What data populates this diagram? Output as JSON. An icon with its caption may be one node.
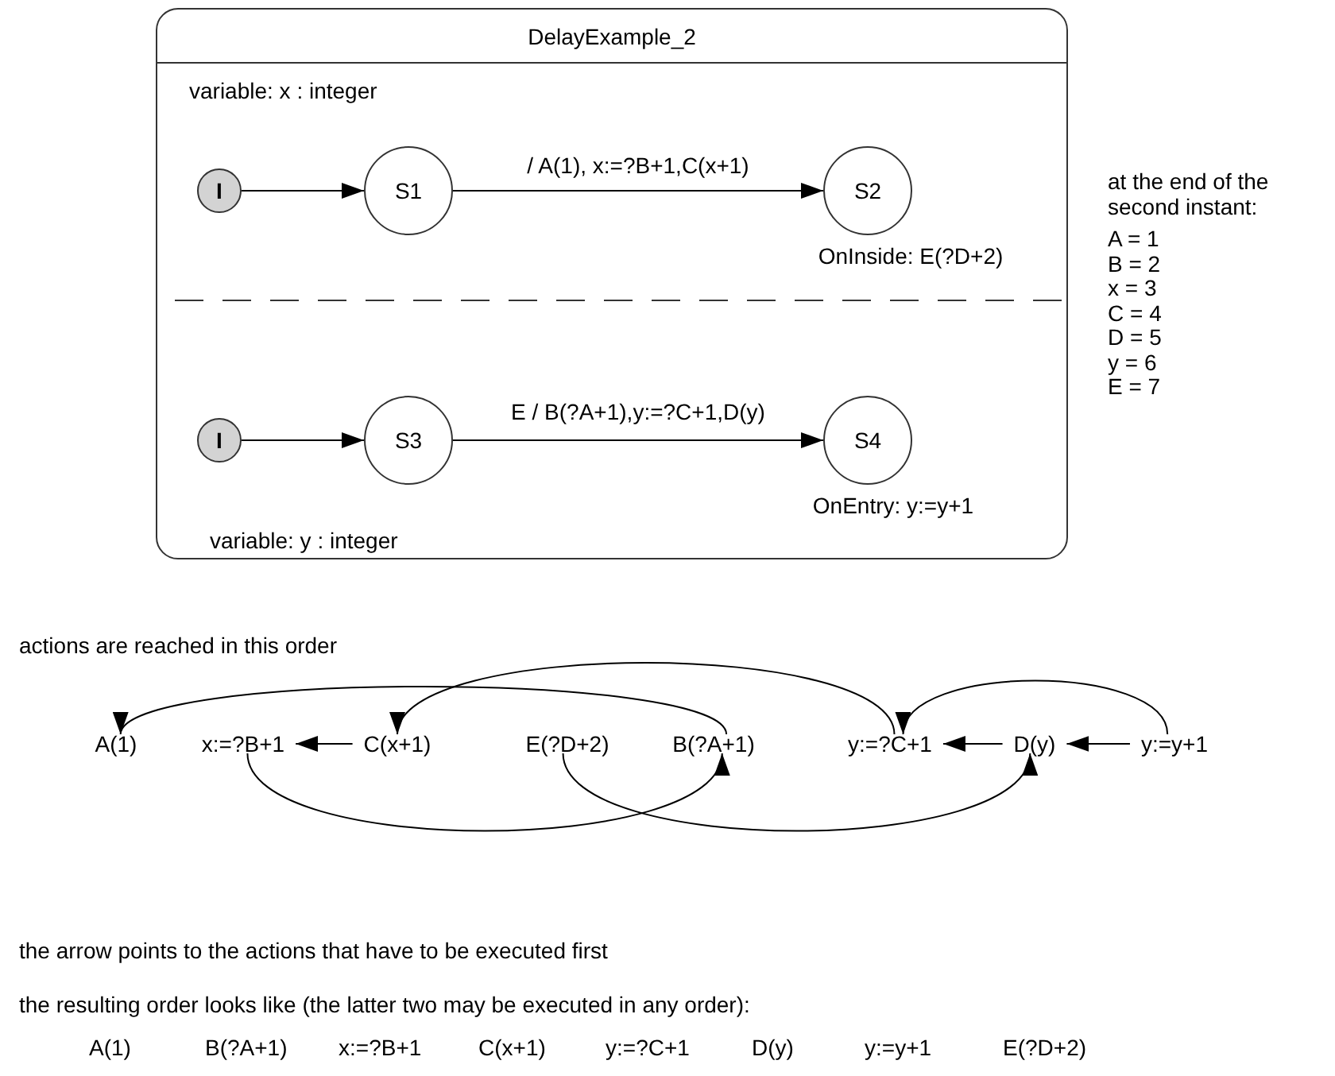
{
  "diagram": {
    "nodes": [
      {
        "text": [
          "DelayExample_2",
          "variable: x : integer",
          "variable: y : integer"
        ]
      },
      {
        "text": [
          "I"
        ],
        "in": 0
      },
      {
        "text": [
          "S1"
        ],
        "in": 0
      },
      {
        "text": [
          "S2"
        ],
        "in": 0,
        "beside": [
          "OnInside: E(?D+2)"
        ]
      },
      {
        "text": [
          "I"
        ],
        "in": 0
      },
      {
        "text": [
          "S3"
        ],
        "in": 0
      },
      {
        "text": [
          "S4"
        ],
        "in": 0,
        "beside": [
          "OnEntry: y:=y+1"
        ]
      },
      {
        "text": [
          "A(1)"
        ]
      },
      {
        "text": [
          "x:=?B+1"
        ]
      },
      {
        "text": [
          "C(x+1)"
        ]
      },
      {
        "text": [
          "E(?D+2)"
        ]
      },
      {
        "text": [
          "B(?A+1)"
        ]
      },
      {
        "text": [
          "y:=?C+1"
        ]
      },
      {
        "text": [
          "D(y)"
        ]
      },
      {
        "text": [
          "y:=y+1"
        ]
      }
    ],
    "edges": [
      {
        "from": 1,
        "to": 2,
        "arrow": "to"
      },
      {
        "from": 2,
        "to": 3,
        "arrow": "to",
        "label": "/ A(1), x:=?B+1,C(x+1)"
      },
      {
        "from": 4,
        "to": 5,
        "arrow": "to"
      },
      {
        "from": 5,
        "to": 6,
        "arrow": "to",
        "label": "E / B(?A+1),y:=?C+1,D(y)"
      },
      {
        "from": 11,
        "to": 7,
        "arrow": "to"
      },
      {
        "from": 12,
        "to": 9,
        "arrow": "to"
      },
      {
        "from": 14,
        "to": 12,
        "arrow": "to"
      },
      {
        "from": 9,
        "to": 8,
        "arrow": "to"
      },
      {
        "from": 13,
        "to": 12,
        "arrow": "to"
      },
      {
        "from": 14,
        "to": 13,
        "arrow": "to"
      },
      {
        "from": 8,
        "to": 11,
        "arrow": "to"
      },
      {
        "from": 10,
        "to": 13,
        "arrow": "to"
      }
    ],
    "labels": [
      "at the end of the second instant:",
      "A = 1",
      "B = 2",
      "x = 3",
      "C = 4",
      "D = 5",
      "y = 6",
      "E = 7",
      "actions are reached in this order",
      "the arrow points to the actions that have to be executed first",
      "the resulting order looks like (the latter two may be executed in any order):",
      "A(1)",
      "B(?A+1)",
      "x:=?B+1",
      "C(x+1)",
      "y:=?C+1",
      "D(y)",
      "y:=y+1",
      "E(?D+2)"
    ]
  }
}
